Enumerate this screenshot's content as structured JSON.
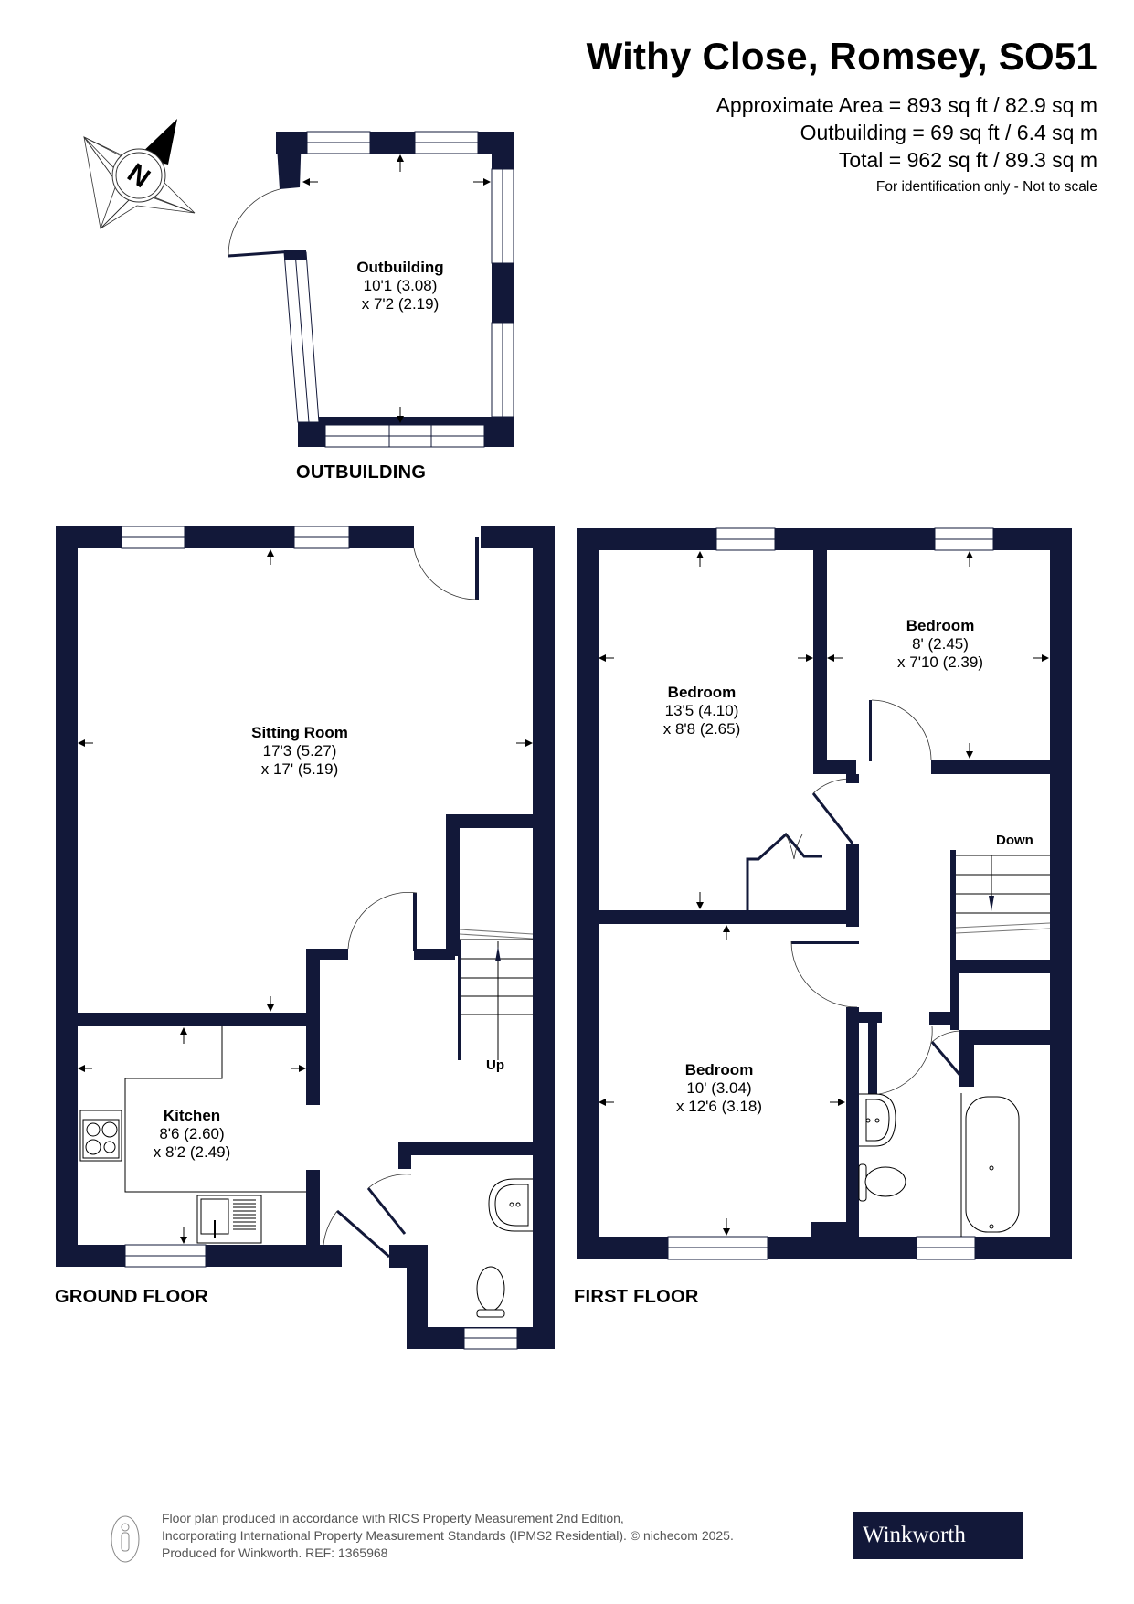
{
  "header": {
    "title": "Withy Close, Romsey, SO51",
    "areas": [
      "Approximate Area = 893 sq ft / 82.9 sq m",
      "Outbuilding = 69 sq ft / 6.4 sq m",
      "Total = 962 sq ft / 89.3 sq m"
    ],
    "disclaimer": "For identification only - Not to scale"
  },
  "compass": {
    "icon": "north-compass-icon",
    "letter": "N"
  },
  "colors": {
    "wall": "#121839",
    "background": "#ffffff",
    "text": "#000000"
  },
  "outbuilding": {
    "floor_label": "OUTBUILDING",
    "rooms": [
      {
        "name": "Outbuilding",
        "dim1": "10'1 (3.08)",
        "dim2": "x 7'2 (2.19)"
      }
    ]
  },
  "ground_floor": {
    "floor_label": "GROUND FLOOR",
    "stairs_label": "Up",
    "rooms": [
      {
        "name": "Sitting Room",
        "dim1": "17'3 (5.27)",
        "dim2": "x 17' (5.19)"
      },
      {
        "name": "Kitchen",
        "dim1": "8'6 (2.60)",
        "dim2": "x 8'2 (2.49)"
      }
    ]
  },
  "first_floor": {
    "floor_label": "FIRST FLOOR",
    "stairs_label": "Down",
    "rooms": [
      {
        "name": "Bedroom",
        "dim1": "13'5 (4.10)",
        "dim2": "x 8'8 (2.65)"
      },
      {
        "name": "Bedroom",
        "dim1": "8' (2.45)",
        "dim2": "x 7'10 (2.39)"
      },
      {
        "name": "Bedroom",
        "dim1": "10' (3.04)",
        "dim2": "x 12'6 (3.18)"
      }
    ]
  },
  "footer": {
    "lines": [
      "Floor plan produced in accordance with RICS Property Measurement 2nd Edition,",
      "Incorporating International Property Measurement Standards (IPMS2 Residential).   © nichecom 2025.",
      "Produced for Winkworth.   REF: 1365968"
    ],
    "brand": "Winkworth"
  }
}
